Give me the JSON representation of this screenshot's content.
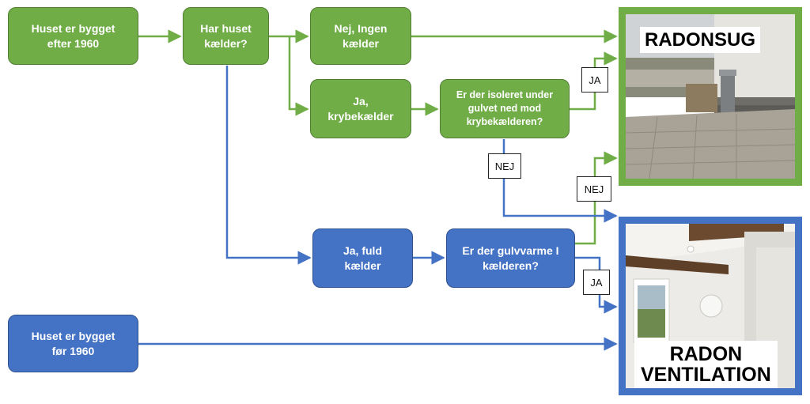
{
  "nodes": {
    "built_after_1960": "Huset er bygget\nefter 1960",
    "has_basement": "Har huset\nkælder?",
    "no_basement": "Nej, Ingen\nkælder",
    "crawl_space": "Ja,\nkrybekælder",
    "insulated_question": "Er der isoleret under\ngulvet ned mod\nkrybekælderen?",
    "full_basement": "Ja, fuld\nkælder",
    "floor_heating_question": "Er der gulvvarme I\nkælderen?",
    "built_before_1960": "Huset er bygget\nfør 1960"
  },
  "labels": {
    "ja_top": "JA",
    "nej_mid": "NEJ",
    "nej_right": "NEJ",
    "ja_bottom": "JA"
  },
  "outcomes": {
    "radonsug": "RADONSUG",
    "radon_ventilation": "RADON\nVENTILATION"
  },
  "colors": {
    "green": "#70AD47",
    "green_border": "#507E32",
    "blue": "#4472C4",
    "blue_border": "#2F528F"
  }
}
